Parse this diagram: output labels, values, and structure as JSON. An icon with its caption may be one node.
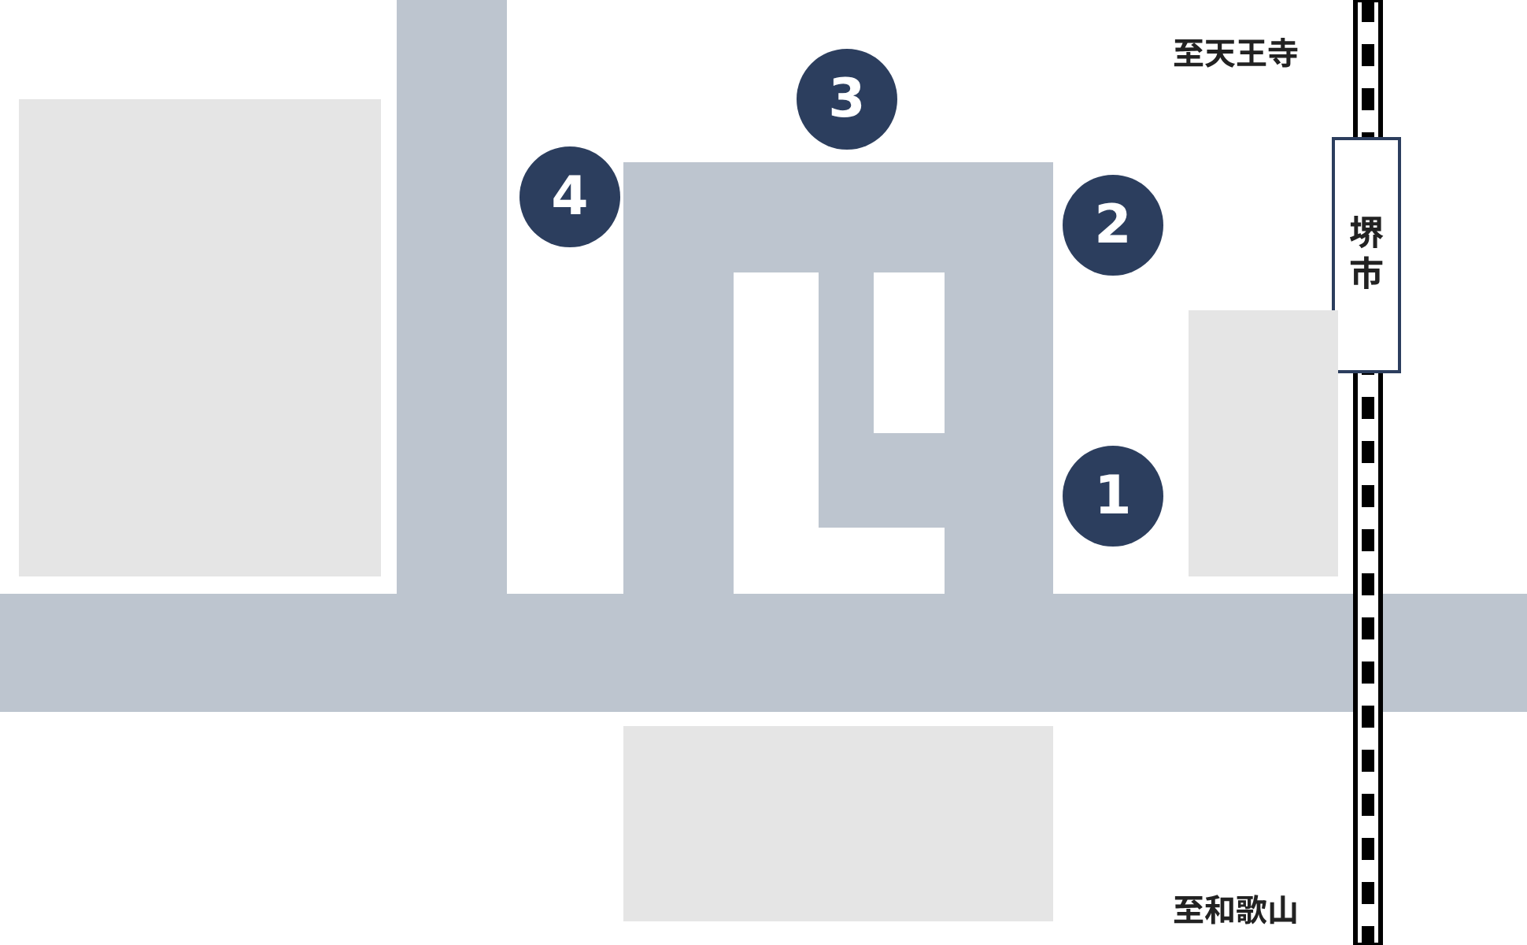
{
  "diagram": {
    "nodes": [
      {
        "text": [
          "3"
        ]
      },
      {
        "text": [
          "4"
        ]
      },
      {
        "text": [
          "2"
        ]
      },
      {
        "text": [
          "堺市"
        ]
      },
      {
        "text": [],
        "shape": "box"
      },
      {
        "text": [
          "1"
        ]
      },
      {
        "text": [],
        "shape": "box"
      },
      {
        "text": [],
        "shape": "box"
      }
    ],
    "edges": [],
    "labels": [
      "至天王寺",
      "至和歌山"
    ]
  }
}
